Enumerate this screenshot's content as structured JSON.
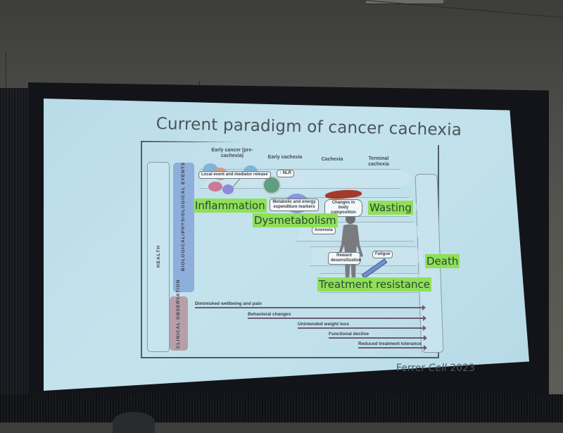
{
  "scene": {
    "type": "photo of projected presentation slide",
    "colors": {
      "room": "#4d4e49",
      "screen_frame": "#131419",
      "slide_bg": "#bfe0ea",
      "highlight": "#8ee05a",
      "bio_bar": "#8eaedb",
      "clinical_bar": "#b79ea9",
      "arrow": "#6e5a78"
    }
  },
  "slide": {
    "title": "Current paradigm of cancer cachexia",
    "citation": {
      "author": "Ferrer",
      "journal": "Cell",
      "year": "2023"
    },
    "figure": {
      "stages": [
        "Early cancer (pre-cachexia)",
        "Early cachexia",
        "Cachexia",
        "Terminal cachexia"
      ],
      "side_labels": {
        "health": "HEALTH",
        "biological": "BIOLOGICAL/PHYSIOLOGICAL EVENTS",
        "clinical": "CLINICAL OBSERVATION"
      },
      "callouts": [
        "Local event and mediator release",
        "↑ NLR",
        "Metabolic and energy expenditure markers",
        "Changes in body composition",
        "Anorexia",
        "Reward desensitization",
        "Fatigue"
      ],
      "highlighted_labels": [
        "Inflammation",
        "Dysmetabolism",
        "Wasting",
        "Treatment resistance",
        "Death"
      ],
      "clinical_observations": [
        "Diminished wellbeing and pain",
        "Behavioral changes",
        "Unintended weight loss",
        "Functional decline",
        "Reduced treatment tolerance"
      ]
    }
  }
}
